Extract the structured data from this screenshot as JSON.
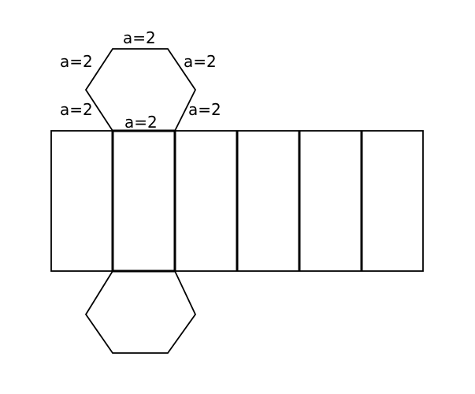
{
  "labels": {
    "top_edge": "a=2",
    "upper_left_edge": "a=2",
    "upper_right_edge": "a=2",
    "lower_left_edge": "a=2",
    "lower_right_edge": "a=2",
    "bottom_edge": "a=2"
  },
  "colors": {
    "stroke": "#000000",
    "background": "#ffffff"
  }
}
